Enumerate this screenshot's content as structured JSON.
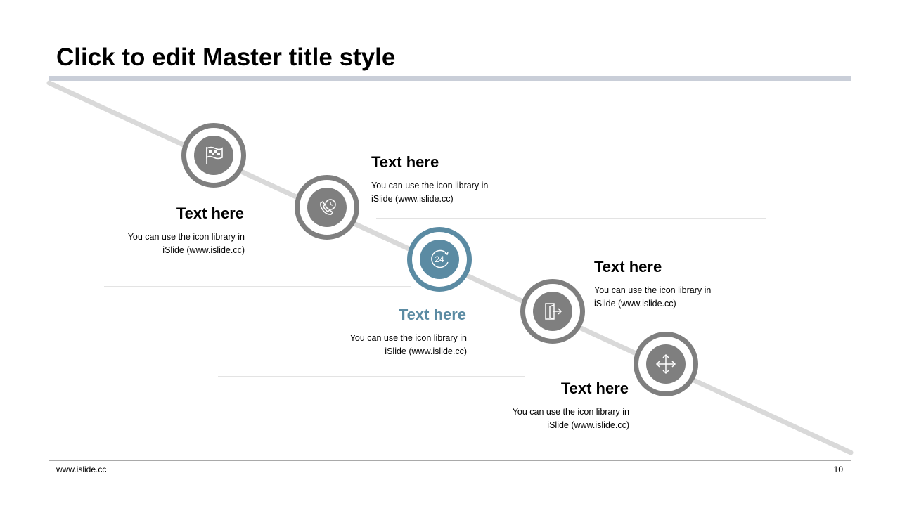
{
  "slide": {
    "title": "Click to edit Master title style",
    "footer_url": "www.islide.cc",
    "page_number": "10"
  },
  "colors": {
    "node_gray": "#7f7f7f",
    "node_accent": "#5b8ba3",
    "diagonal_line": "#d9d9d9",
    "title_rule": "#c9ced8",
    "accent_heading": "#5b8ba3"
  },
  "steps": [
    {
      "icon": "checkered-flag-icon",
      "heading": "Text here",
      "desc": "You can use the icon library in iSlide  (www.islide.cc)"
    },
    {
      "icon": "phone-clock-icon",
      "heading": "Text here",
      "desc": "You can use the icon library in iSlide  (www.islide.cc)"
    },
    {
      "icon": "24-hours-icon",
      "heading": "Text here",
      "desc": "You can use the icon library in iSlide  (www.islide.cc)"
    },
    {
      "icon": "exit-door-icon",
      "heading": "Text here",
      "desc": "You can use the icon library in iSlide  (www.islide.cc)"
    },
    {
      "icon": "move-arrows-icon",
      "heading": "Text here",
      "desc": "You can use the icon library in iSlide  (www.islide.cc)"
    }
  ]
}
